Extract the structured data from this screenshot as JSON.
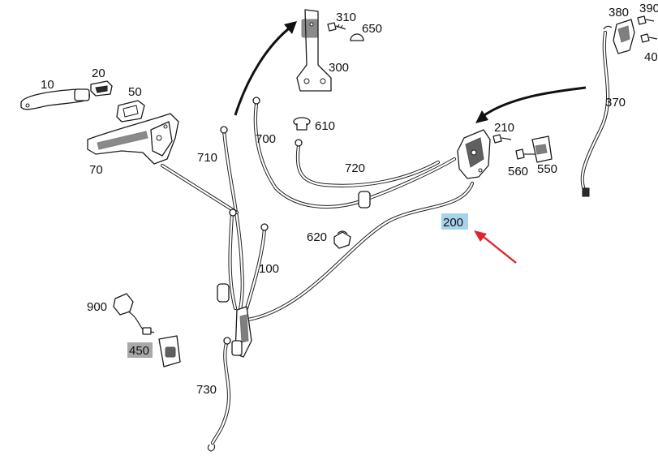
{
  "labels": [
    {
      "id": "l10",
      "text": "10"
    },
    {
      "id": "l20",
      "text": "20"
    },
    {
      "id": "l50",
      "text": "50"
    },
    {
      "id": "l70",
      "text": "70"
    },
    {
      "id": "l100",
      "text": "100"
    },
    {
      "id": "l200",
      "text": "200"
    },
    {
      "id": "l210",
      "text": "210"
    },
    {
      "id": "l300",
      "text": "300"
    },
    {
      "id": "l310",
      "text": "310"
    },
    {
      "id": "l370",
      "text": "370"
    },
    {
      "id": "l380",
      "text": "380"
    },
    {
      "id": "l390",
      "text": "390"
    },
    {
      "id": "l400",
      "text": "40"
    },
    {
      "id": "l450",
      "text": "450"
    },
    {
      "id": "l550",
      "text": "550"
    },
    {
      "id": "l560",
      "text": "560"
    },
    {
      "id": "l610",
      "text": "610"
    },
    {
      "id": "l620",
      "text": "620"
    },
    {
      "id": "l650",
      "text": "650"
    },
    {
      "id": "l700",
      "text": "700"
    },
    {
      "id": "l710",
      "text": "710"
    },
    {
      "id": "l720",
      "text": "720"
    },
    {
      "id": "l730",
      "text": "730"
    },
    {
      "id": "l900",
      "text": "900"
    }
  ],
  "highlights": {
    "selected_part": "200",
    "selected_color": "#a9d3ec",
    "secondary_part": "450",
    "secondary_color": "#a8a8a8",
    "arrow_color": "#e0242b",
    "guide_arrow_color": "#111111"
  }
}
